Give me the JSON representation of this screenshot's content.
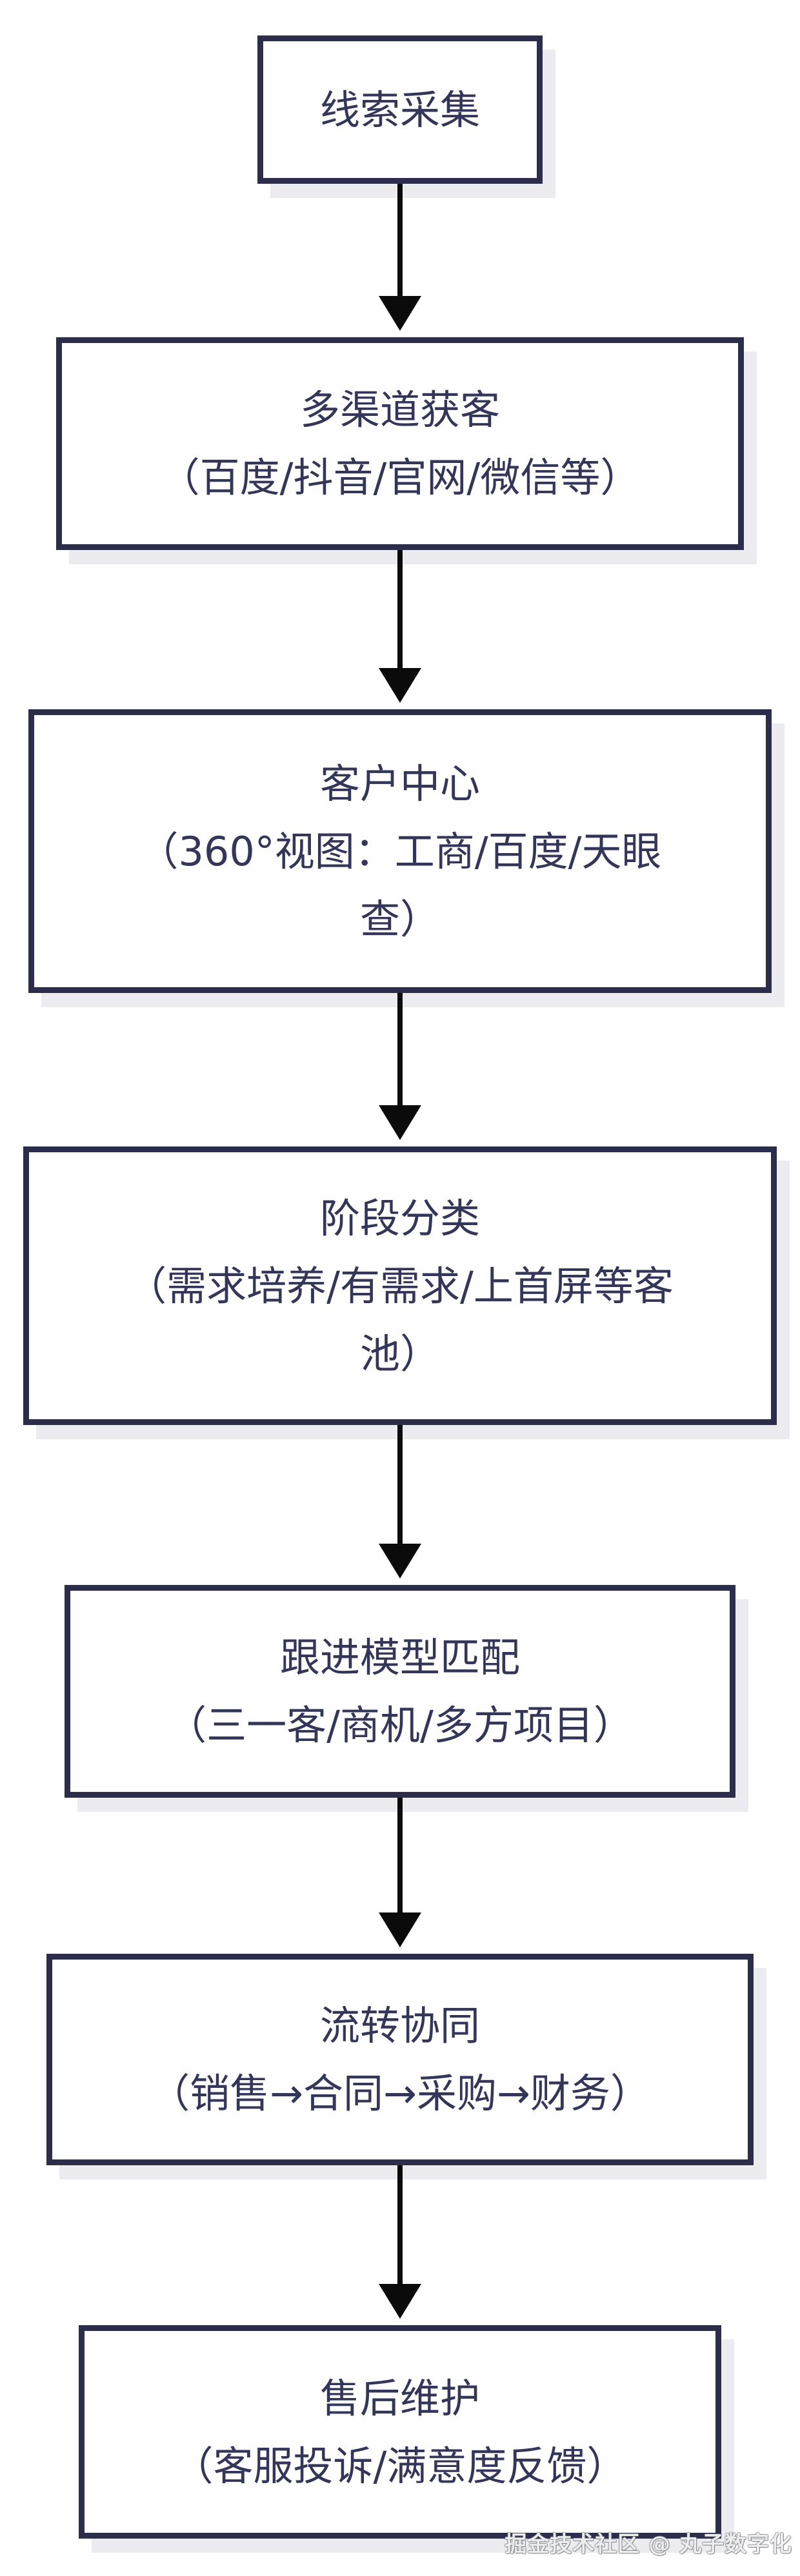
{
  "flowchart": {
    "steps": [
      {
        "name": "lead-collection",
        "lines": [
          "线索采集"
        ]
      },
      {
        "name": "multi-channel-acquisition",
        "lines": [
          "多渠道获客",
          "（百度/抖音/官网/微信等）"
        ]
      },
      {
        "name": "customer-center",
        "lines": [
          "客户中心",
          "（360°视图：工商/百度/天眼",
          "查）"
        ]
      },
      {
        "name": "stage-classification",
        "lines": [
          "阶段分类",
          "（需求培养/有需求/上首屏等客",
          "池）"
        ]
      },
      {
        "name": "follow-up-model-matching",
        "lines": [
          "跟进模型匹配",
          "（三一客/商机/多方项目）"
        ]
      },
      {
        "name": "flow-collaboration",
        "lines": [
          "流转协同",
          "（销售→合同→采购→财务）"
        ]
      },
      {
        "name": "after-sales-maintenance",
        "lines": [
          "售后维护",
          "（客服投诉/满意度反馈）"
        ]
      }
    ],
    "colors": {
      "border": "#2b2d4a",
      "text": "#333559",
      "arrow": "#0b0b0b",
      "shadow": "#ececf0",
      "background": "#ffffff"
    },
    "watermark": "掘金技术社区 @ 丸子数字化"
  }
}
